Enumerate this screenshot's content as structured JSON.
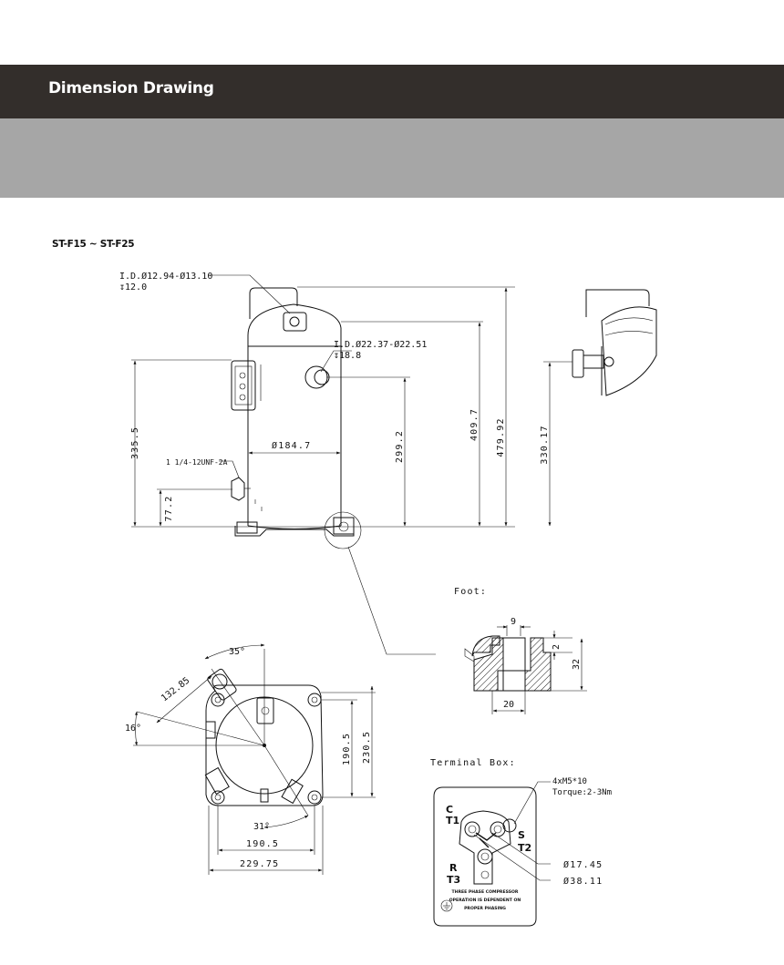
{
  "header": {
    "title": "Dimension Drawing"
  },
  "model": {
    "label": "ST-F15 ~ ST-F25"
  },
  "front_view": {
    "suction_callout_line1": "I.D.Ø12.94-Ø13.10",
    "suction_callout_line2": "↧12.0",
    "discharge_callout_line1": "I.D.Ø22.37-Ø22.51",
    "discharge_callout_line2": "↧18.8",
    "dim_335_5": "335.5",
    "dim_diameter": "Ø184.7",
    "dim_299_2": "299.2",
    "dim_409_7": "409.7",
    "dim_479_92": "479.92",
    "thread_label": "1 1/4-12UNF-2A",
    "dim_77_2": "77.2"
  },
  "side_view": {
    "dim_330_17": "330.17"
  },
  "foot_detail": {
    "title": "Foot:",
    "dim_9": "9",
    "dim_2": "2",
    "dim_32": "32",
    "dim_20": "20"
  },
  "top_view": {
    "angle_35": "35°",
    "dim_132_85": "132.85",
    "angle_16": "16°",
    "dim_190_5_v": "190.5",
    "dim_230_5": "230.5",
    "angle_31": "31°",
    "dim_190_5_h": "190.5",
    "dim_229_75": "229.75"
  },
  "terminal_box": {
    "title": "Terminal Box:",
    "screw_label": "4xM5*10",
    "torque_label": "Torque:2-3Nm",
    "dim_17_45": "Ø17.45",
    "dim_38_11": "Ø38.11",
    "label_c": "C",
    "label_t1": "T1",
    "label_s": "S",
    "label_t2": "T2",
    "label_r": "R",
    "label_t3": "T3",
    "note_line1": "THREE PHASE COMPRESSOR",
    "note_line2": "OPERATION IS DEPENDENT ON",
    "note_line3": "PROPER PHASING"
  }
}
